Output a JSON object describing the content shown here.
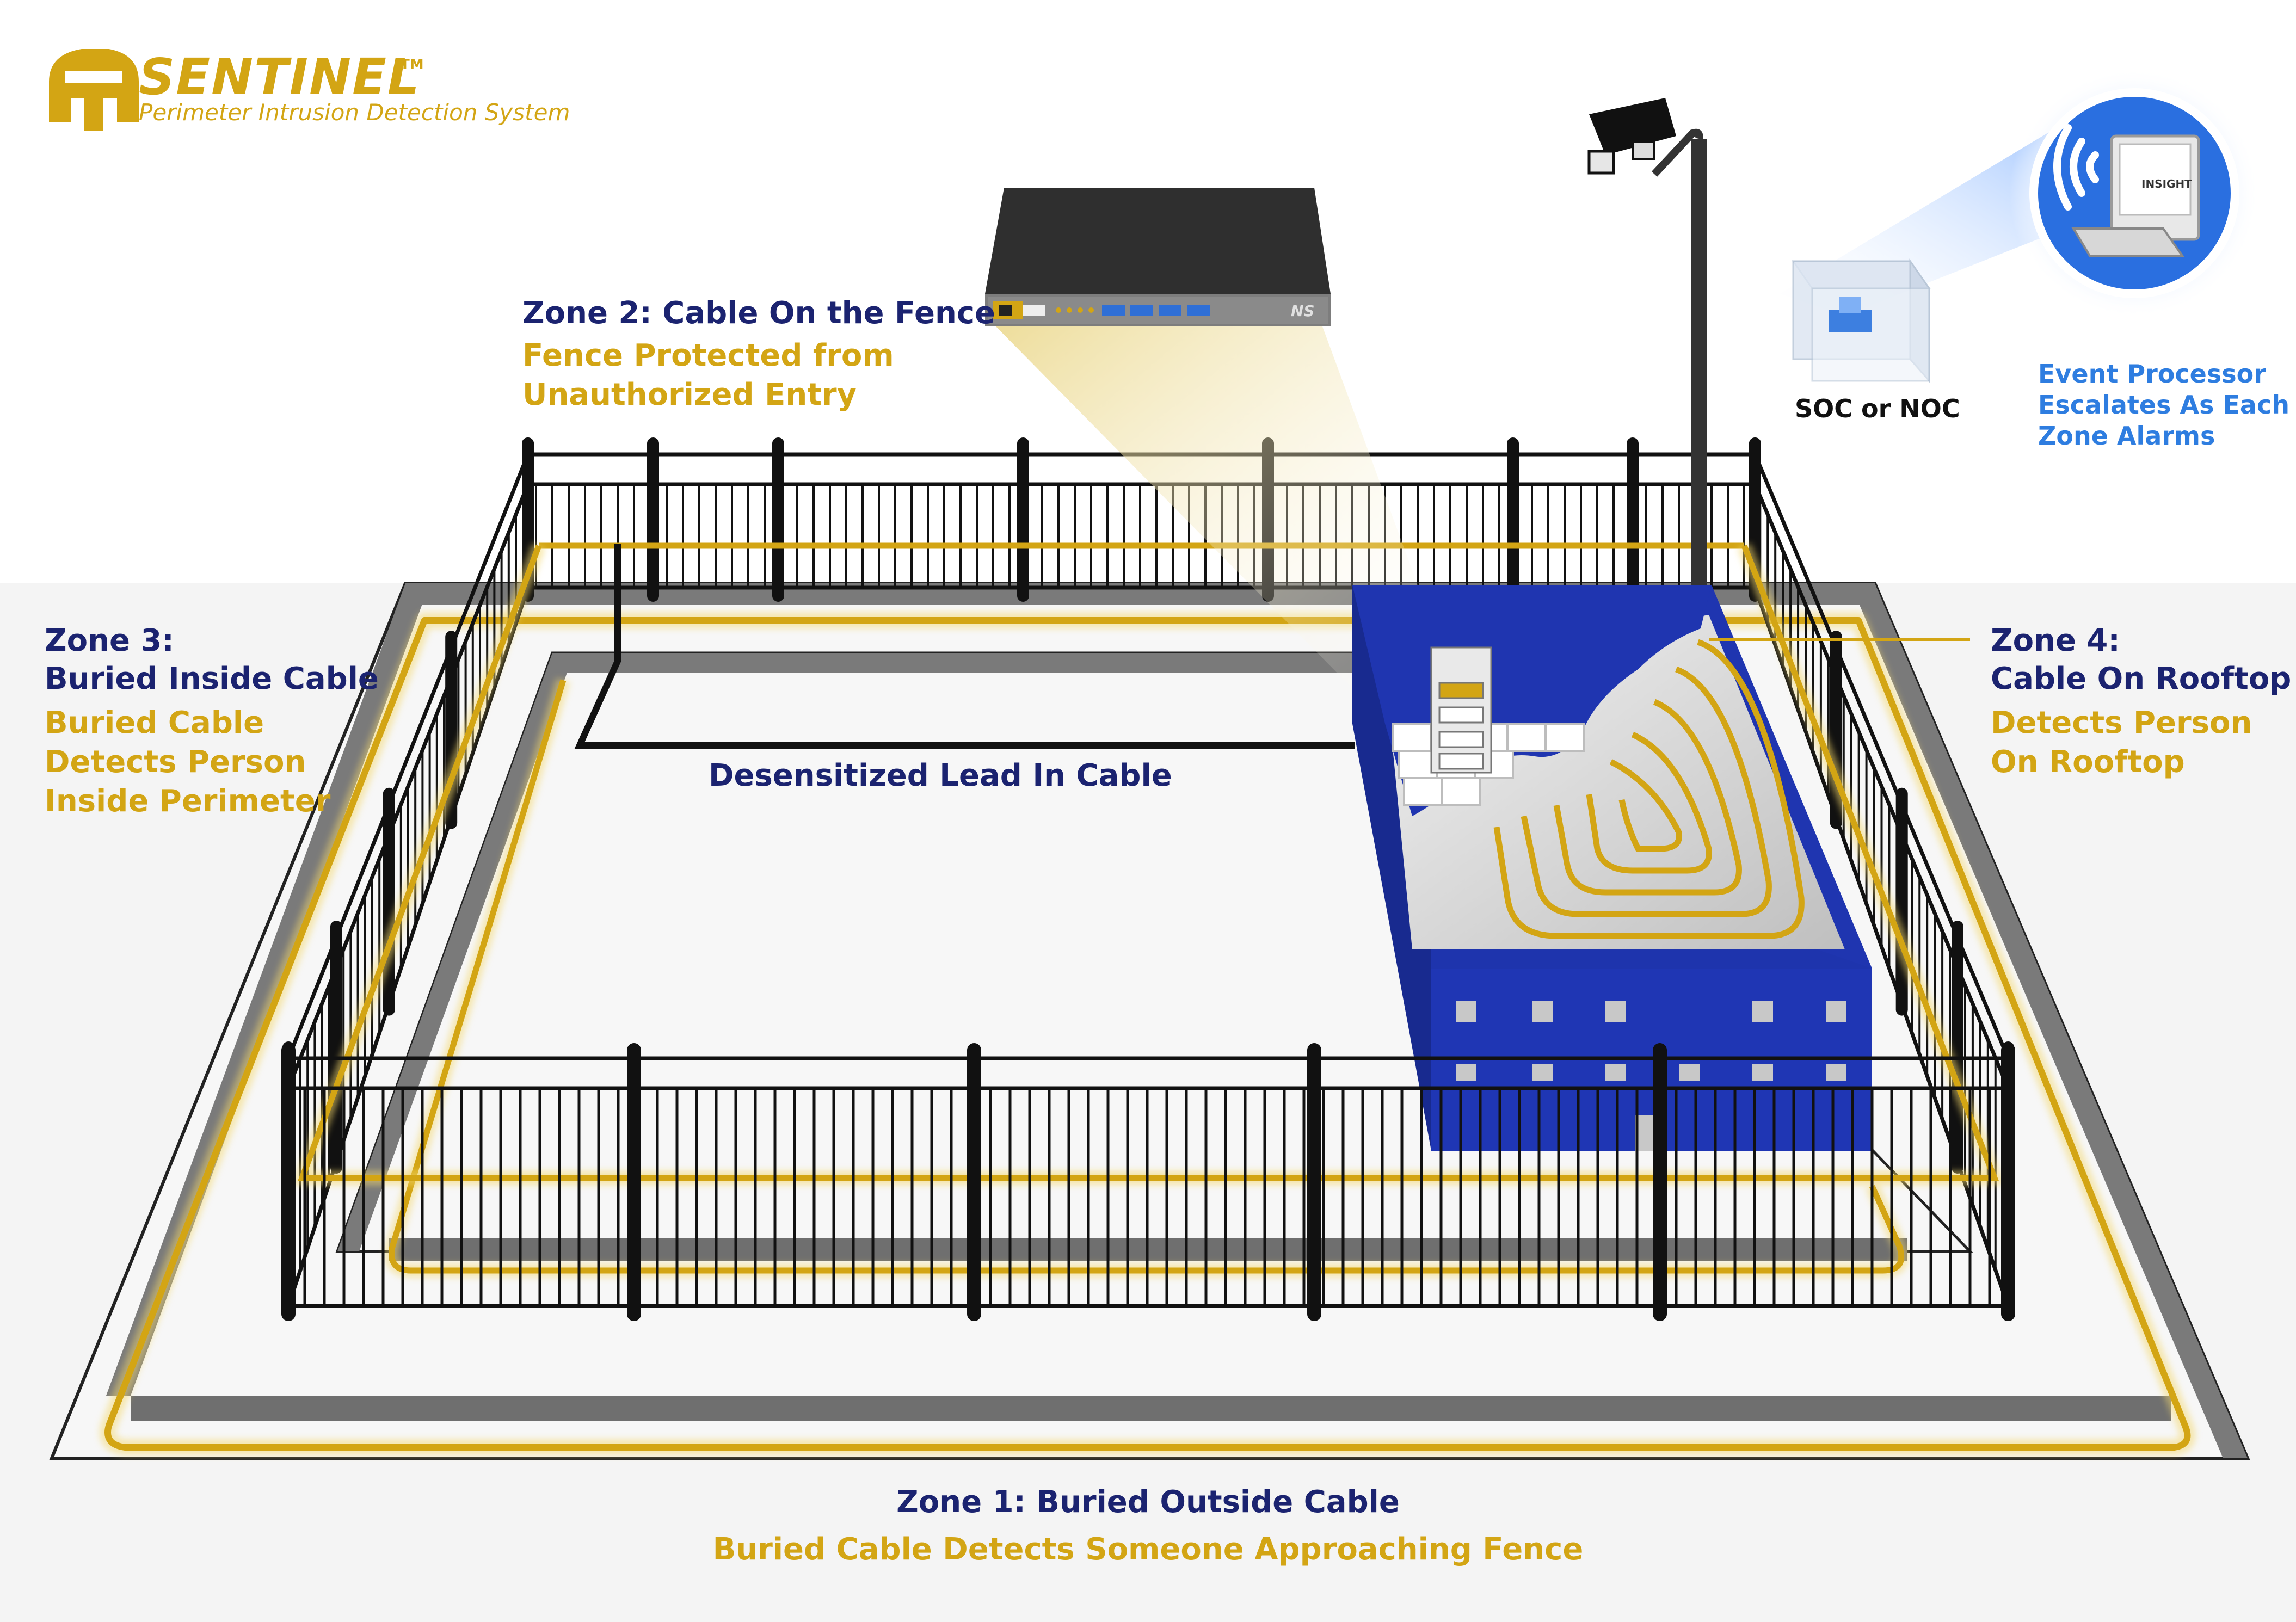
{
  "logo": {
    "word": "SENTINEL",
    "tm": "TM",
    "subtitle": "Perimeter Intrusion Detection System"
  },
  "zone2": {
    "title": "Zone 2: Cable On the Fence",
    "desc_line1": "Fence Protected from",
    "desc_line2": "Unauthorized Entry"
  },
  "zone3": {
    "title_line1": "Zone 3:",
    "title_line2": "Buried Inside Cable",
    "desc_line1": "Buried Cable",
    "desc_line2": "Detects Person",
    "desc_line3": "Inside Perimeter"
  },
  "zone4": {
    "title_line1": "Zone 4:",
    "title_line2": "Cable On Rooftop",
    "desc_line1": "Detects Person",
    "desc_line2": "On Rooftop"
  },
  "zone1": {
    "title": "Zone 1: Buried Outside Cable",
    "desc": "Buried Cable Detects Someone Approaching Fence"
  },
  "lead_in": "Desensitized Lead In Cable",
  "soc": "SOC or NOC",
  "event_processor": {
    "line1": "Event Processor",
    "line2": "Escalates As Each",
    "line3": "Zone Alarms"
  },
  "monitor_brand": "INSIGHT",
  "device_badge": "NS",
  "colors": {
    "gold": "#d3a514",
    "navy": "#1b2370",
    "blue": "#2e7de0",
    "building_blue": "#1f35b0"
  }
}
